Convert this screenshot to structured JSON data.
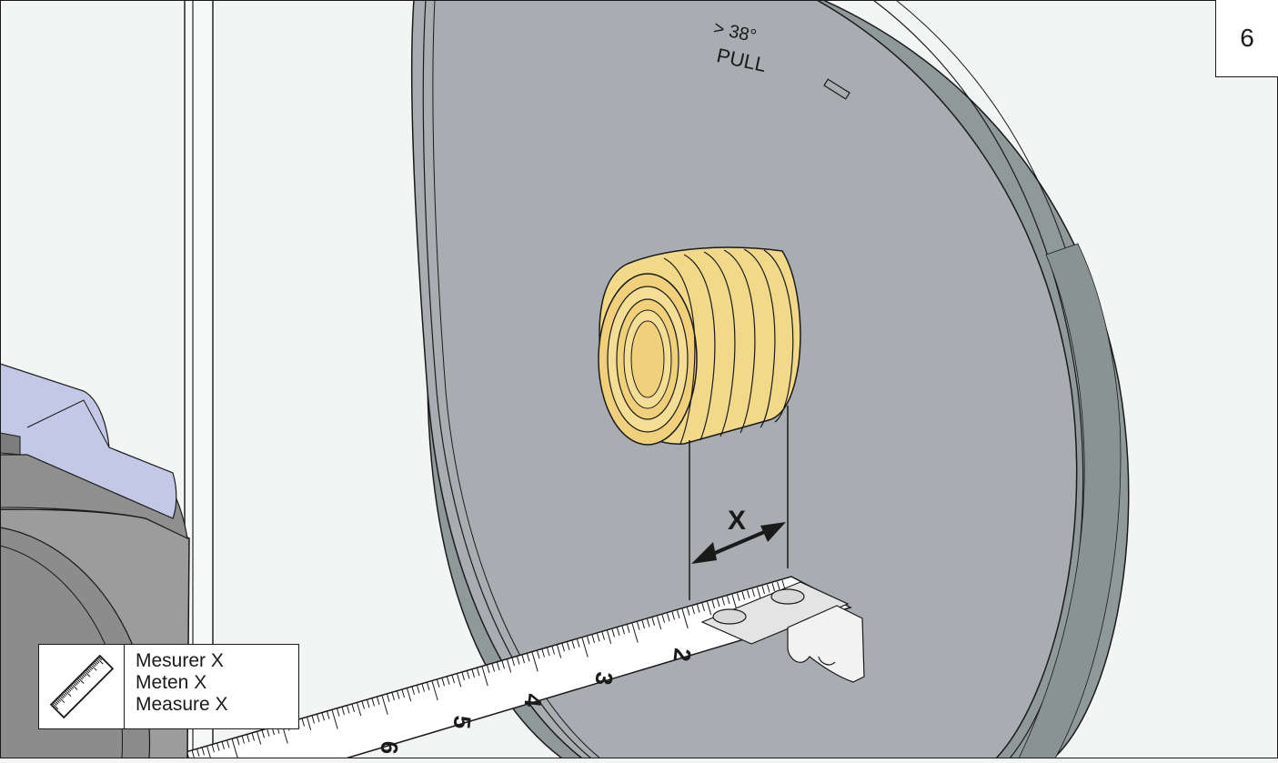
{
  "step": {
    "number": "6"
  },
  "disc": {
    "angle_label": "> 38°",
    "pull_label": "PULL"
  },
  "dimension": {
    "label": "X"
  },
  "tape": {
    "numbers": [
      "2",
      "3",
      "4",
      "5",
      "6"
    ]
  },
  "caption": {
    "lines": [
      "Mesurer X",
      "Meten X",
      "Measure X"
    ],
    "icon": "ruler-icon"
  },
  "colors": {
    "background": "#f3f5f4",
    "disc_face": "#a9adb1",
    "disc_rim": "#8d9697",
    "bushing": "#f2d98a",
    "tape": "#ffffff",
    "tool_body": "#9c9c9c",
    "tool_cap": "#c2c8e6"
  }
}
